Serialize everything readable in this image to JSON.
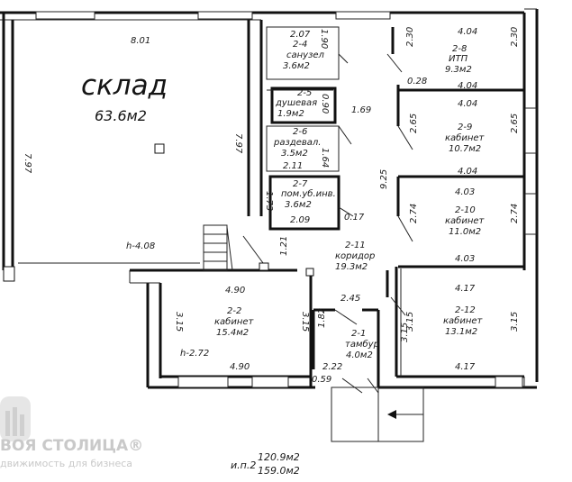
{
  "warehouse": {
    "name": "склад",
    "area": "63.6м2",
    "dim_top": "8.01",
    "dim_left": "7.97",
    "dim_right": "7.97",
    "height": "h-4.08"
  },
  "rooms": [
    {
      "id": "r24",
      "num": "2-4",
      "name": "санузел",
      "area": "3.6м2",
      "dims": [
        "2.07",
        "1.90"
      ]
    },
    {
      "id": "r25",
      "num": "2-5",
      "name": "душевая",
      "area": "1.9м2",
      "dims": [
        "0.90"
      ]
    },
    {
      "id": "r26",
      "num": "2-6",
      "name": "раздевал.",
      "area": "3.5м2",
      "dims": [
        "2.11",
        "1.64"
      ]
    },
    {
      "id": "r27",
      "num": "2-7",
      "name": "пом.уб.инв.",
      "area": "3.6м2",
      "dims": [
        "1.73",
        "2.09",
        "0.17"
      ]
    },
    {
      "id": "r28",
      "num": "2-8",
      "name": "ИТП",
      "area": "9.3м2",
      "dims": [
        "4.04",
        "2.30",
        "2.30",
        "0.28",
        "4.04"
      ]
    },
    {
      "id": "r29",
      "num": "2-9",
      "name": "кабинет",
      "area": "10.7м2",
      "dims": [
        "4.04",
        "2.65",
        "2.65",
        "4.04"
      ]
    },
    {
      "id": "r210",
      "num": "2-10",
      "name": "кабинет",
      "area": "11.0м2",
      "dims": [
        "4.03",
        "2.74",
        "2.74",
        "4.03"
      ]
    },
    {
      "id": "r211",
      "num": "2-11",
      "name": "коридор",
      "area": "19.3м2",
      "dims": [
        "1.69",
        "9.25",
        "1.21"
      ]
    },
    {
      "id": "r212",
      "num": "2-12",
      "name": "кабинет",
      "area": "13.1м2",
      "dims": [
        "4.17",
        "3.15",
        "3.15",
        "4.17"
      ]
    },
    {
      "id": "r22",
      "num": "2-2",
      "name": "кабинет",
      "area": "15.4м2",
      "dims": [
        "4.90",
        "3.15",
        "3.15",
        "4.90"
      ],
      "height": "h-2.72"
    },
    {
      "id": "r21",
      "num": "2-1",
      "name": "тамбур",
      "area": "4.0м2",
      "dims": [
        "2.45",
        "1.82",
        "3.15",
        "2.22",
        "0.59"
      ]
    }
  ],
  "footer": {
    "prefix": "и.п.2",
    "area1": "120.9м2",
    "area2": "159.0м2"
  },
  "watermark": {
    "title": "ВОЯ СТОЛИЦА®",
    "subtitle": "движимость для бизнеса"
  }
}
